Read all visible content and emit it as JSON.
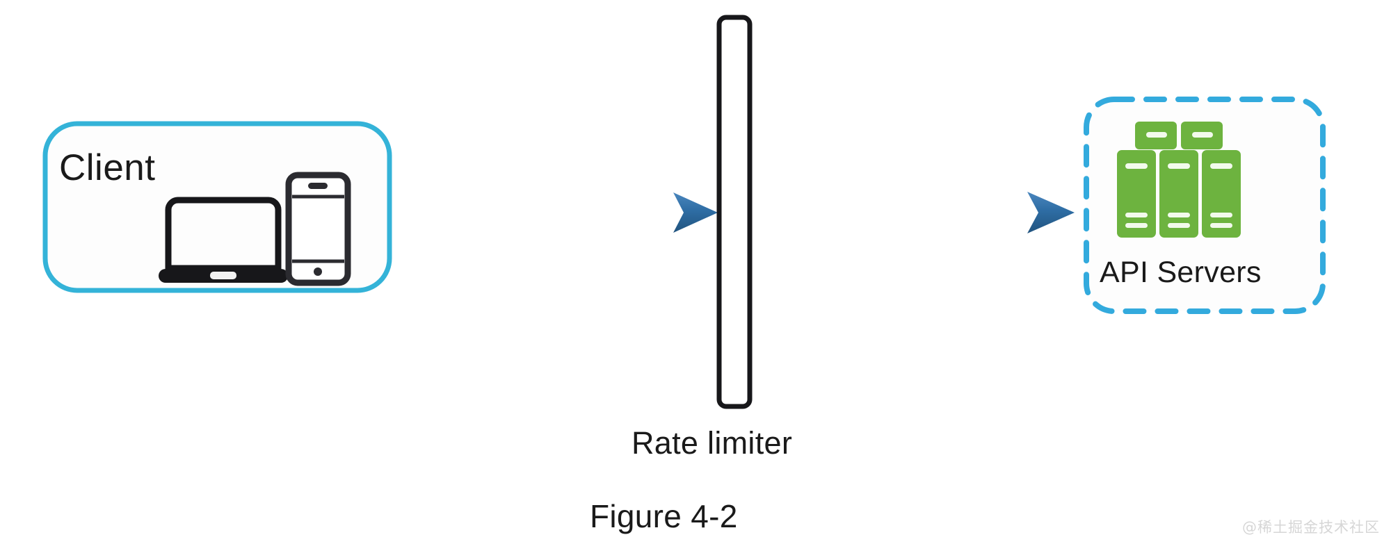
{
  "figure": {
    "caption": "Figure 4-2",
    "watermark": "@稀土掘金技术社区"
  },
  "nodes": {
    "client": {
      "label": "Client",
      "border_color": "#34B3D8",
      "fill_color": "#fdfdfd",
      "icons": [
        "laptop-icon",
        "smartphone-icon"
      ]
    },
    "rate_limiter": {
      "label": "Rate limiter",
      "border_color": "#1a1a1a",
      "fill_color": "#ffffff"
    },
    "api_servers": {
      "label": "API Servers",
      "border_color": "#33AADD",
      "border_style": "dashed",
      "icon": "server-rack-icon",
      "icon_color": "#6DB33F"
    }
  },
  "edges": [
    {
      "name": "client-to-rate-limiter",
      "from": "client",
      "to": "rate_limiter",
      "color": "#2E6DA4"
    },
    {
      "name": "rate-limiter-to-api-servers",
      "from": "rate_limiter",
      "to": "api_servers",
      "color": "#2E6DA4"
    }
  ],
  "colors": {
    "arrow": "#2E6DA4",
    "client_border": "#34B3D8",
    "api_border": "#33AADD",
    "server_green": "#6DB33F",
    "text": "#1a1a1a"
  }
}
